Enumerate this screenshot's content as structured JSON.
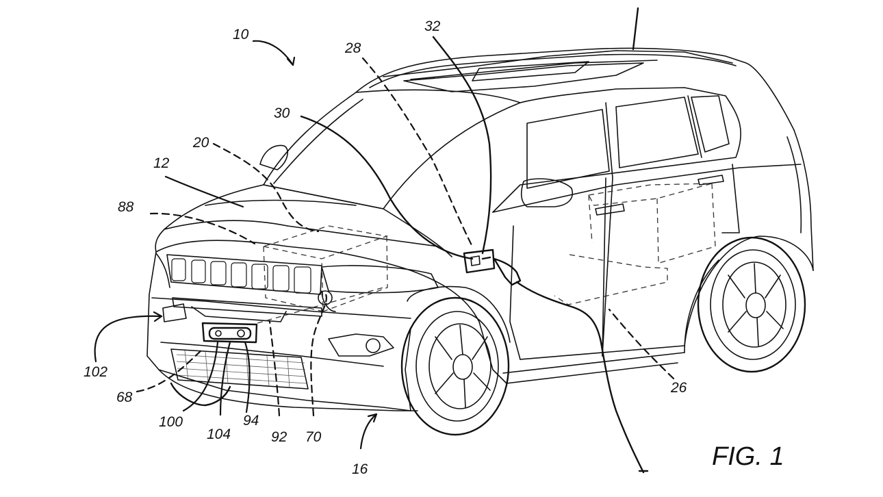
{
  "figure": {
    "caption": "FIG. 1",
    "references": [
      {
        "id": "ref-10",
        "label": "10"
      },
      {
        "id": "ref-32",
        "label": "32"
      },
      {
        "id": "ref-28",
        "label": "28"
      },
      {
        "id": "ref-30",
        "label": "30"
      },
      {
        "id": "ref-20",
        "label": "20"
      },
      {
        "id": "ref-12",
        "label": "12"
      },
      {
        "id": "ref-88",
        "label": "88"
      },
      {
        "id": "ref-102",
        "label": "102"
      },
      {
        "id": "ref-68",
        "label": "68"
      },
      {
        "id": "ref-100",
        "label": "100"
      },
      {
        "id": "ref-104",
        "label": "104"
      },
      {
        "id": "ref-94",
        "label": "94"
      },
      {
        "id": "ref-92",
        "label": "92"
      },
      {
        "id": "ref-70",
        "label": "70"
      },
      {
        "id": "ref-16",
        "label": "16"
      },
      {
        "id": "ref-26",
        "label": "26"
      }
    ]
  }
}
